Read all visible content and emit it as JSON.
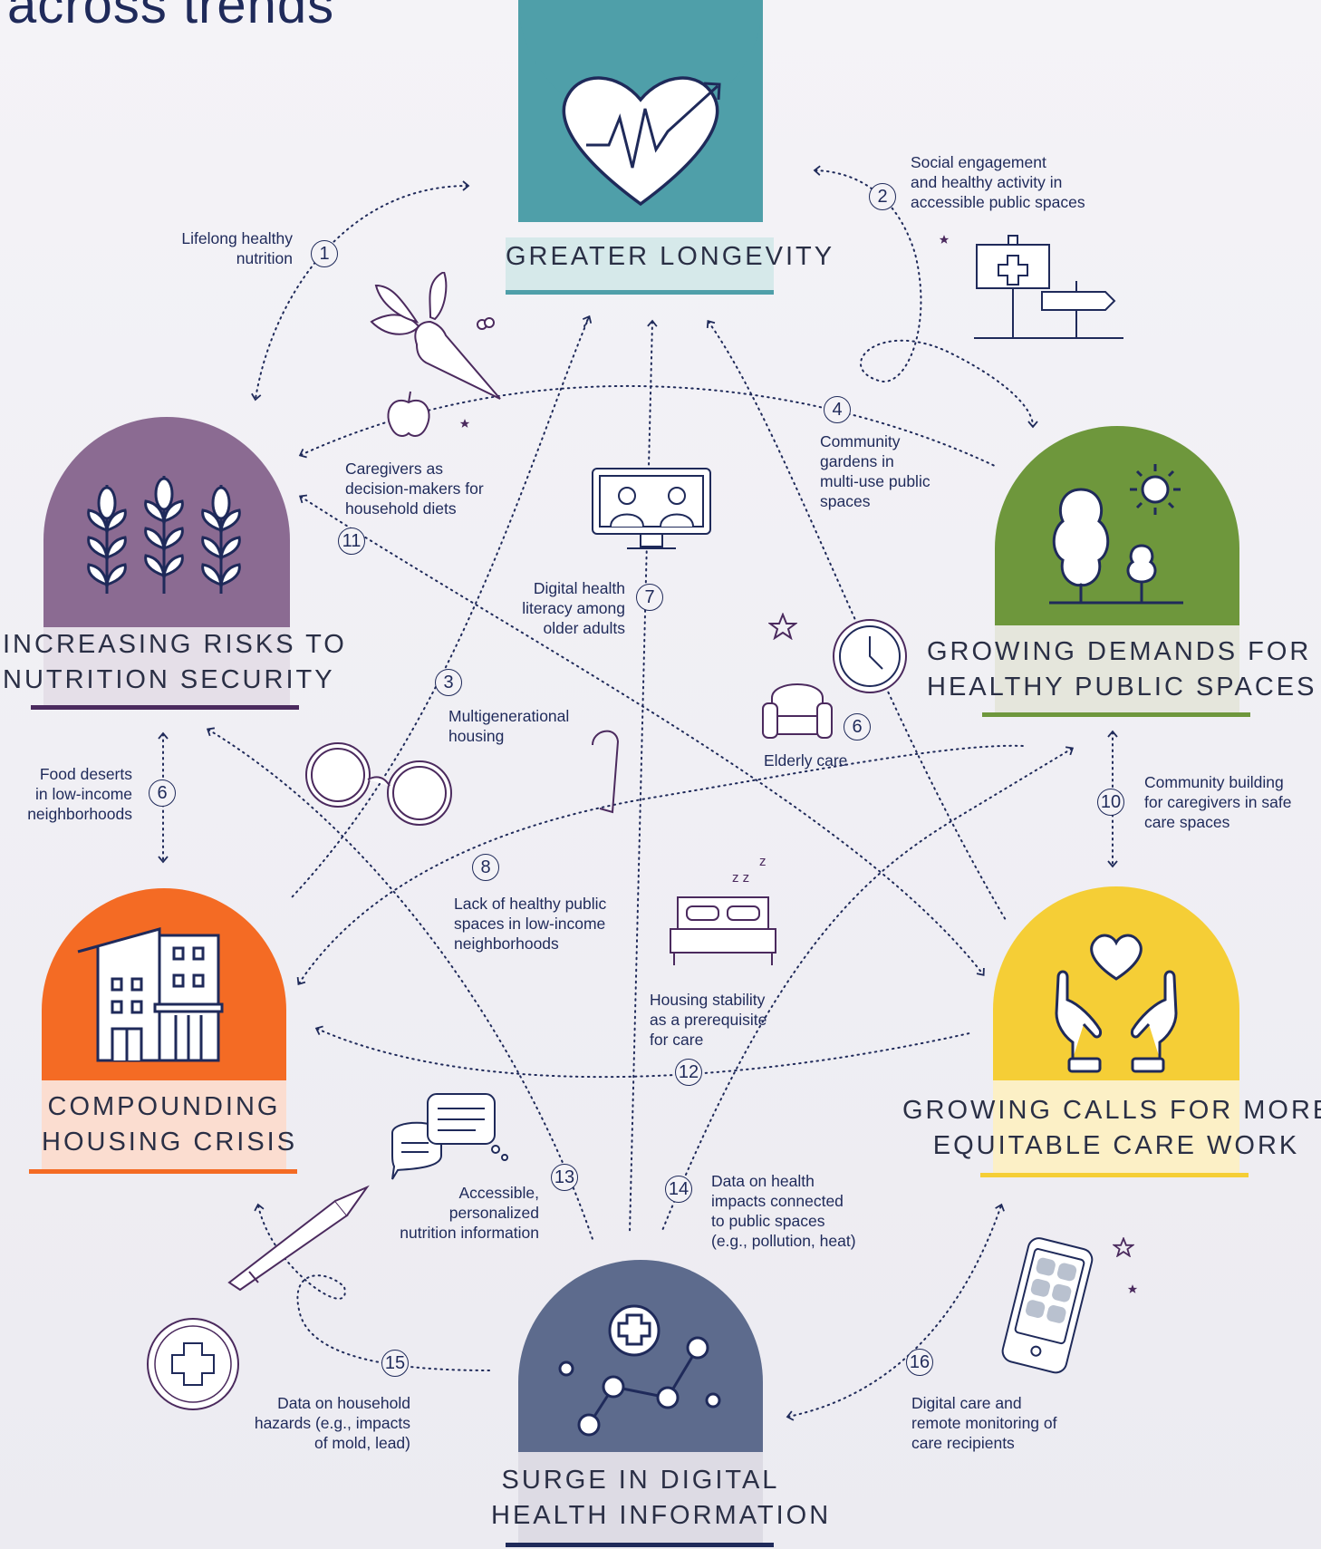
{
  "header": {
    "title": "across trends"
  },
  "trends": {
    "longevity": {
      "label": "GREATER LONGEVITY",
      "color": "#4f9fa9",
      "band": "#d6e9ea",
      "line": "#4f9fa9"
    },
    "nutrition": {
      "label_1": "INCREASING RISKS TO",
      "label_2": "NUTRITION SECURITY",
      "color": "#8b6b92",
      "band": "#e5dfe8",
      "line": "#4b2a5e"
    },
    "public_spaces": {
      "label_1": "GROWING DEMANDS FOR",
      "label_2": "HEALTHY PUBLIC SPACES",
      "color": "#6e973c",
      "band": "#e5e6dc",
      "line": "#6e973c"
    },
    "housing": {
      "label_1": "COMPOUNDING",
      "label_2": "HOUSING CRISIS",
      "color": "#f46b24",
      "band": "#fbddd0",
      "line": "#f46b24"
    },
    "care_work": {
      "label_1": "GROWING CALLS FOR MORE",
      "label_2": "EQUITABLE CARE WORK",
      "color": "#f5ce36",
      "band": "#fcf0c6",
      "line": "#f5ce36"
    },
    "digital": {
      "label_1": "SURGE IN DIGITAL",
      "label_2": "HEALTH INFORMATION",
      "color": "#5d6b8d",
      "band": "#dddbe4",
      "line": "#1f2a5a"
    }
  },
  "connections": [
    {
      "num": "1",
      "text": "Lifelong healthy\nnutrition"
    },
    {
      "num": "2",
      "text": "Social engagement\nand healthy activity in\naccessible public spaces"
    },
    {
      "num": "3",
      "text": "Multigenerational\nhousing"
    },
    {
      "num": "4",
      "text": "Community\ngardens in\nmulti-use public\nspaces"
    },
    {
      "num": "6",
      "text": "Elderly care"
    },
    {
      "num": "6",
      "text": "Food deserts\nin low-income\nneighborhoods"
    },
    {
      "num": "7",
      "text": "Digital health\nliteracy among\nolder adults"
    },
    {
      "num": "8",
      "text": "Lack of healthy public\nspaces in low-income\nneighborhoods"
    },
    {
      "num": "10",
      "text": "Community building\nfor caregivers in safe\ncare spaces"
    },
    {
      "num": "11",
      "text": "Caregivers as\ndecision-makers for\nhousehold diets"
    },
    {
      "num": "12",
      "text": "Housing stability\nas a prerequisite\nfor care"
    },
    {
      "num": "13",
      "text": "Accessible,\npersonalized\nnutrition information"
    },
    {
      "num": "14",
      "text": "Data on health\nimpacts connected\nto public spaces\n(e.g., pollution, heat)"
    },
    {
      "num": "15",
      "text": "Data on household\nhazards (e.g., impacts\nof mold, lead)"
    },
    {
      "num": "16",
      "text": "Digital care and\nremote monitoring of\ncare recipients"
    }
  ],
  "icons": [
    "heart-rate-icon",
    "wheat-icon",
    "tree-sun-icon",
    "building-icon",
    "hands-heart-icon",
    "network-cross-icon",
    "carrot-icon",
    "apple-icon",
    "signpost-icon",
    "telehealth-icon",
    "clock-icon",
    "armchair-icon",
    "glasses-icon",
    "cane-icon",
    "bed-icon",
    "chat-bubbles-icon",
    "pencil-icon",
    "health-badge-icon",
    "phone-icon",
    "star-icon"
  ]
}
